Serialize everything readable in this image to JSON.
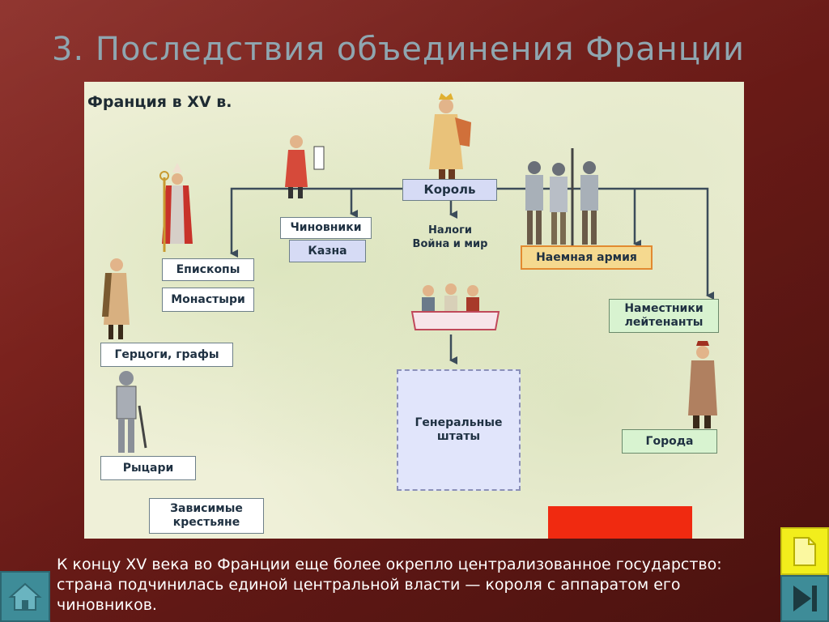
{
  "slide": {
    "title": "3. Последствия объединения Франции",
    "caption": "К концу XV века во Франции еще более окрепло централизованное государство: страна подчинилась единой центральной власти — короля с аппаратом его чиновников."
  },
  "diagram": {
    "title": "Франция в XV в.",
    "nodes": {
      "king": "Король",
      "officials": "Чиновники",
      "treasury": "Казна",
      "bishops": "Епископы",
      "monasteries": "Монастыри",
      "dukes": "Герцоги, графы",
      "knights": "Рыцари",
      "peasants_line1": "Зависимые",
      "peasants_line2": "крестьяне",
      "taxes": "Налоги",
      "war_peace": "Война и мир",
      "army": "Наемная армия",
      "governors_line1": "Наместники",
      "governors_line2": "лейтенанты",
      "estates_line1": "Генеральные",
      "estates_line2": "штаты",
      "cities": "Города"
    }
  },
  "colors": {
    "background": "#6e1c18",
    "title": "#8fa6b0",
    "panel": "#eff0d8",
    "arrow": "#3c4c5a",
    "highlight_red": "#f02a10",
    "nav_teal": "#3e8c98",
    "doc_yellow": "#f2ee1c"
  },
  "icons": {
    "home": "home-icon",
    "document": "document-icon",
    "next": "next-slide-icon"
  }
}
